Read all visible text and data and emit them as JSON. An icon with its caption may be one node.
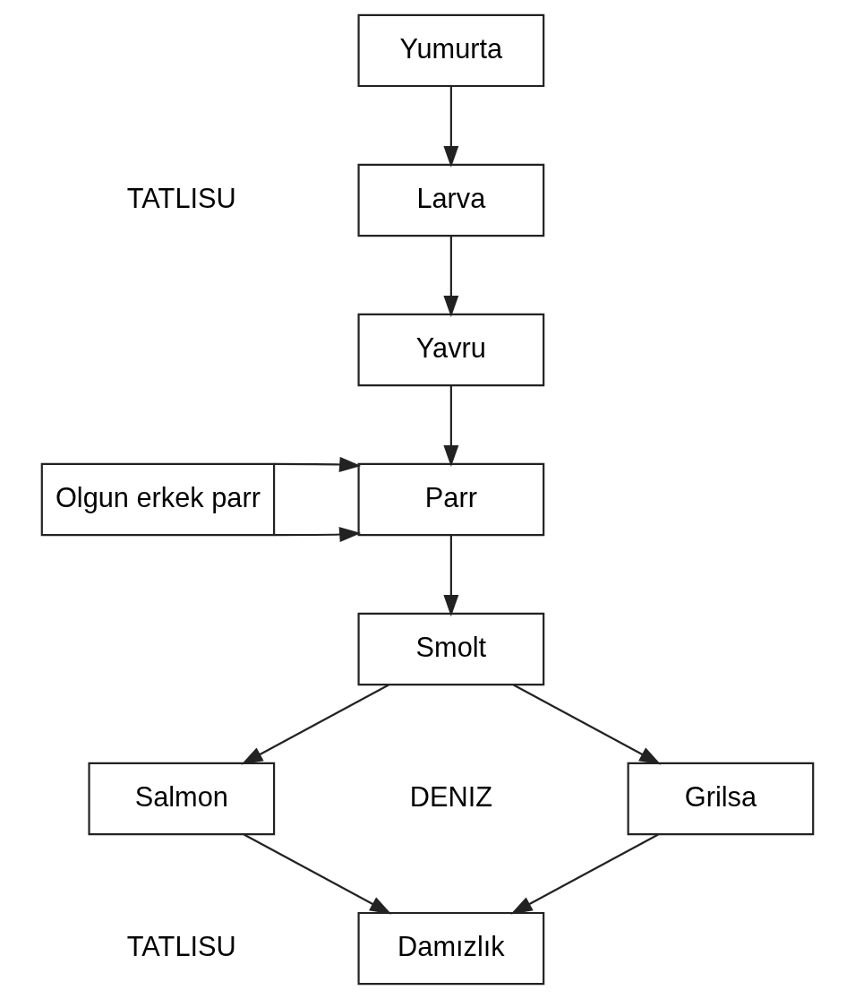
{
  "diagram": {
    "nodes": [
      {
        "text": [
          "Yumurta"
        ]
      },
      {
        "text": [
          "Larva"
        ]
      },
      {
        "text": [
          "Yavru"
        ]
      },
      {
        "text": [
          "Parr"
        ]
      },
      {
        "text": [
          "Olgun erkek parr"
        ]
      },
      {
        "text": [
          "Smolt"
        ]
      },
      {
        "text": [
          "Grilsa"
        ]
      },
      {
        "text": [
          "Salmon"
        ]
      },
      {
        "text": [
          "Damızlık"
        ]
      }
    ],
    "edges": [
      {
        "from": 0,
        "to": 1,
        "arrow": "to"
      },
      {
        "from": 1,
        "to": 2,
        "arrow": "to"
      },
      {
        "from": 2,
        "to": 3,
        "arrow": "to"
      },
      {
        "from": 4,
        "to": 3,
        "arrow": "to"
      },
      {
        "from": 4,
        "to": 3,
        "arrow": "to"
      },
      {
        "from": 3,
        "to": 5,
        "arrow": "to"
      },
      {
        "from": 5,
        "to": 6,
        "arrow": "to"
      },
      {
        "from": 5,
        "to": 7,
        "arrow": "to"
      },
      {
        "from": 6,
        "to": 8,
        "arrow": "to"
      },
      {
        "from": 7,
        "to": 8,
        "arrow": "to"
      }
    ],
    "labels": [
      "TATLISU",
      "DENIZ",
      "TATLISU"
    ]
  }
}
